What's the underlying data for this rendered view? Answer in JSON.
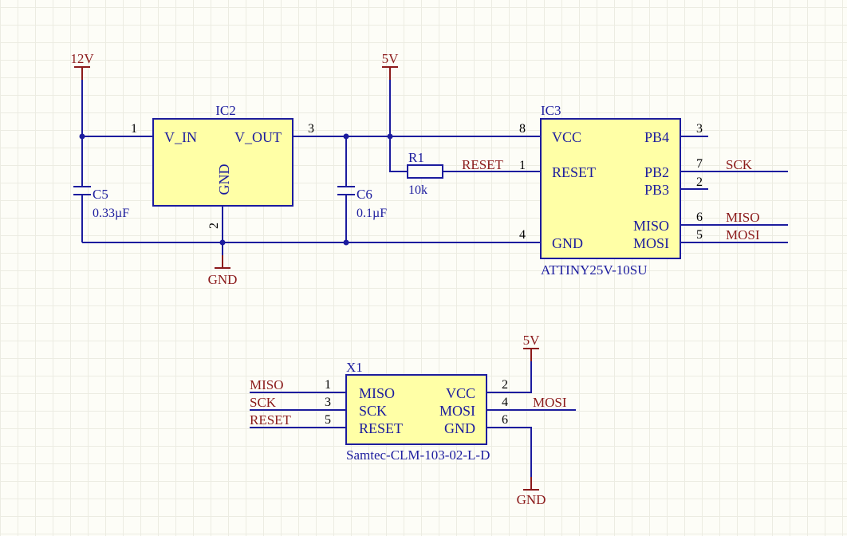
{
  "power": {
    "v12": "12V",
    "v5a": "5V",
    "v5b": "5V",
    "gnd_a": "GND",
    "gnd_b": "GND"
  },
  "ic2": {
    "designator": "IC2",
    "pin_vin": "V_IN",
    "pin_vout": "V_OUT",
    "pin_gnd": "GND",
    "n1": "1",
    "n3": "3",
    "n2": "2"
  },
  "c5": {
    "designator": "C5",
    "value": "0.33µF"
  },
  "c6": {
    "designator": "C6",
    "value": "0.1µF"
  },
  "r1": {
    "designator": "R1",
    "value": "10k"
  },
  "ic3": {
    "designator": "IC3",
    "part": "ATTINY25V-10SU",
    "pin_vcc": "VCC",
    "pin_reset": "RESET",
    "pin_gnd": "GND",
    "pin_pb4": "PB4",
    "pin_pb2": "PB2",
    "pin_pb3": "PB3",
    "pin_miso": "MISO",
    "pin_mosi": "MOSI",
    "n8": "8",
    "n1": "1",
    "n4": "4",
    "n3": "3",
    "n7": "7",
    "n2": "2",
    "n6": "6",
    "n5": "5"
  },
  "x1": {
    "designator": "X1",
    "part": "Samtec-CLM-103-02-L-D",
    "pin_miso": "MISO",
    "pin_sck": "SCK",
    "pin_reset": "RESET",
    "pin_vcc": "VCC",
    "pin_mosi": "MOSI",
    "pin_gnd": "GND",
    "n1": "1",
    "n3": "3",
    "n5": "5",
    "n2": "2",
    "n4": "4",
    "n6": "6"
  },
  "nets": {
    "reset_r1": "RESET",
    "sck_ic3": "SCK",
    "miso_ic3": "MISO",
    "mosi_ic3": "MOSI",
    "miso_x1": "MISO",
    "sck_x1": "SCK",
    "reset_x1": "RESET",
    "mosi_x1": "MOSI"
  }
}
